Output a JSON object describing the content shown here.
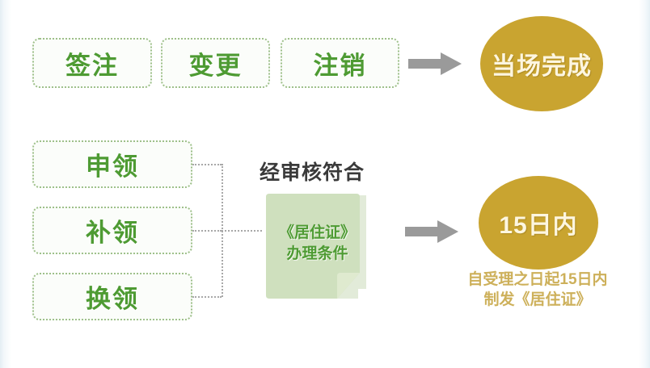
{
  "diagram": {
    "title_text_color": "#4e9b33",
    "gold_color": "#c9a430",
    "top_row": [
      {
        "label": "签注"
      },
      {
        "label": "变更"
      },
      {
        "label": "注销"
      }
    ],
    "bottom_rows": [
      {
        "label": "申领"
      },
      {
        "label": "补领"
      },
      {
        "label": "换领"
      }
    ],
    "outcomes": [
      {
        "label": "当场完成"
      },
      {
        "label": "15日内"
      }
    ],
    "condition_note": {
      "line1": "《居住证》",
      "line2": "办理条件"
    },
    "condition_prefix": "经审核符合",
    "footnote": {
      "line1": "自受理之日起15日内",
      "line2": "制发《居住证》"
    },
    "arrows": [
      {
        "name": "arrow-to-immediate"
      },
      {
        "name": "arrow-to-fifteen-days"
      }
    ]
  }
}
